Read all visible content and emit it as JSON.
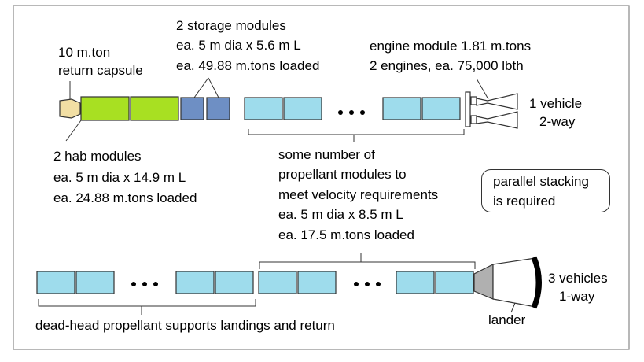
{
  "capsule": {
    "line1": "10 m.ton",
    "line2": "return capsule"
  },
  "storage": {
    "line1": "2 storage modules",
    "line2": "ea. 5 m dia x 5.6 m L",
    "line3": "ea. 49.88 m.tons loaded"
  },
  "engine": {
    "line1": "engine module 1.81 m.tons",
    "line2": "2 engines,  ea. 75,000 lbth"
  },
  "top_vehicle": {
    "line1": "1 vehicle",
    "line2": "2-way"
  },
  "hab": {
    "line1": "2 hab modules",
    "line2": "ea. 5 m dia x 14.9 m L",
    "line3": "ea. 24.88 m.tons loaded"
  },
  "propellant": {
    "line1": "some number of",
    "line2": "propellant modules to",
    "line3": "meet velocity requirements",
    "line4": "ea. 5 m dia x 8.5 m L",
    "line5": "ea. 17.5 m.tons loaded"
  },
  "parallel_note": {
    "line1": "parallel stacking",
    "line2": "is required"
  },
  "bottom_vehicle": {
    "line1": "3 vehicles",
    "line2": "1-way"
  },
  "dead_head": {
    "label": "dead-head propellant supports landings and return"
  },
  "lander": {
    "label": "lander"
  },
  "colors": {
    "capsule": "#f2dfa4",
    "hab": "#a8e022",
    "storage": "#6e8fc4",
    "propellant": "#9edcec",
    "lander": "#b0b0b0",
    "outline": "#333333",
    "frame": "#888888"
  }
}
